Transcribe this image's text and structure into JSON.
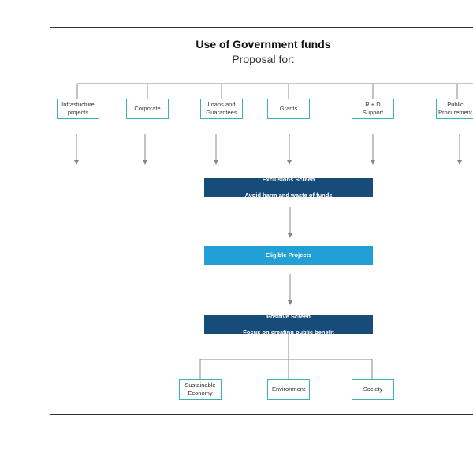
{
  "diagram": {
    "title": "Use of Government funds",
    "subtitle": "Proposal for:",
    "sources": [
      {
        "label": "Infrastucture\nprojects"
      },
      {
        "label": "Corporate"
      },
      {
        "label": "Loans and\nGuarantees"
      },
      {
        "label": "Grants"
      },
      {
        "label": "R + D\nSupport"
      },
      {
        "label": "Public\nProcurement"
      }
    ],
    "exclusions": {
      "title": "Exclusions Screen",
      "subtitle": "Avoid  harm and waste of funds"
    },
    "eligible": {
      "label": "Eligible Projects"
    },
    "positive": {
      "title": "Positive Screen",
      "subtitle": "Focus on creating public benefit"
    },
    "outcomes": [
      {
        "label": "Sustainable\nEconomy"
      },
      {
        "label": "Environment"
      },
      {
        "label": "Society"
      }
    ],
    "colors": {
      "box_border": "#3bb3b0",
      "dark_bar": "#164c77",
      "light_bar": "#22a0d6",
      "connector": "#888888"
    }
  }
}
